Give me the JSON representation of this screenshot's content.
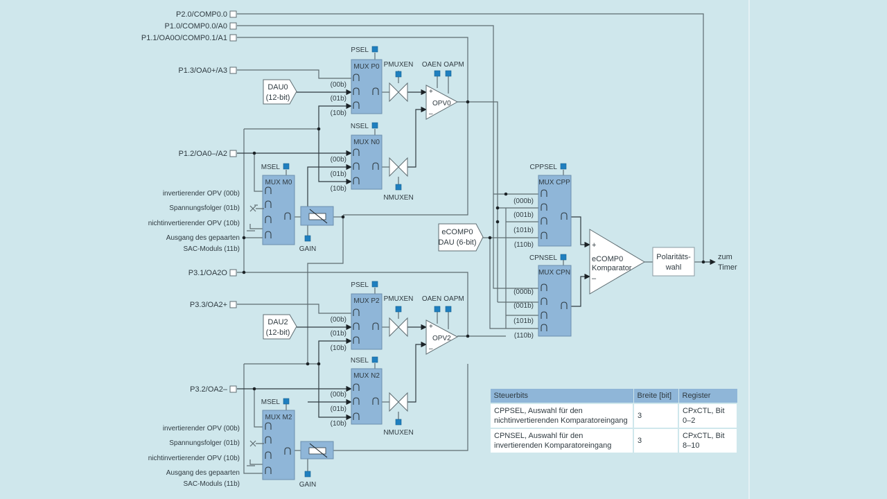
{
  "pins": {
    "p20": "P2.0/COMP0.0",
    "p10": "P1.0/COMP0.0/A0",
    "p11": "P1.1/OA0O/COMP0.1/A1",
    "p13": "P1.3/OA0+/A3",
    "p12": "P1.2/OA0–/A2",
    "p31": "P3.1/OA2O",
    "p33": "P3.3/OA2+",
    "p32": "P3.2/OA2–"
  },
  "dac": {
    "dau0_line1": "DAU0",
    "dau0_line2": "(12-bit)",
    "dau2_line1": "DAU2",
    "dau2_line2": "(12-bit)",
    "ecomp_line1": "eCOMP0",
    "ecomp_line2": "DAU (6-bit)"
  },
  "mux": {
    "p0": "MUX P0",
    "n0": "MUX N0",
    "m0": "MUX M0",
    "p2": "MUX P2",
    "n2": "MUX N2",
    "m2": "MUX M2",
    "cpp": "MUX CPP",
    "cpn": "MUX CPN"
  },
  "control": {
    "psel": "PSEL",
    "nsel": "NSEL",
    "msel": "MSEL",
    "pmuxen": "PMUXEN",
    "nmuxen": "NMUXEN",
    "oaen": "OAEN",
    "oapm": "OAPM",
    "gain": "GAIN",
    "cppsel": "CPPSEL",
    "cpnsel": "CPNSEL"
  },
  "inputs2": [
    "(00b)",
    "(01b)",
    "(10b)"
  ],
  "inputs3": [
    "(000b)",
    "(001b)",
    "(101b)",
    "(110b)"
  ],
  "msel_modes": {
    "m00": "invertierender OPV (00b)",
    "m01": "Spannungsfolger (01b)",
    "m10": "nichtinvertierender OPV (10b)",
    "m11a": "Ausgang des gepaarten",
    "m11b": "SAC-Moduls (11b)"
  },
  "opamps": {
    "opv0": "OPV0",
    "opv2": "OPV2",
    "plus": "+",
    "minus": "–"
  },
  "comparator": {
    "line1": "eCOMP0",
    "line2": "Komparator",
    "plus": "+",
    "minus": "–"
  },
  "polarity": {
    "line1": "Polaritäts-",
    "line2": "wahl"
  },
  "output": {
    "line1": "zum",
    "line2": "Timer"
  },
  "mux_glyph": "∩",
  "table": {
    "headers": [
      "Steuerbits",
      "Breite [bit]",
      "Register"
    ],
    "rows": [
      {
        "name_line1": "CPPSEL, Auswahl für den",
        "name_line2": "nichtinvertierenden Komparatoreingang",
        "width": "3",
        "register": "CPxCTL, Bit 0–2"
      },
      {
        "name_line1": "CPNSEL, Auswahl für den",
        "name_line2": "invertierenden Komparatoreingang",
        "width": "3",
        "register": "CPxCTL, Bit 8–10"
      }
    ]
  }
}
